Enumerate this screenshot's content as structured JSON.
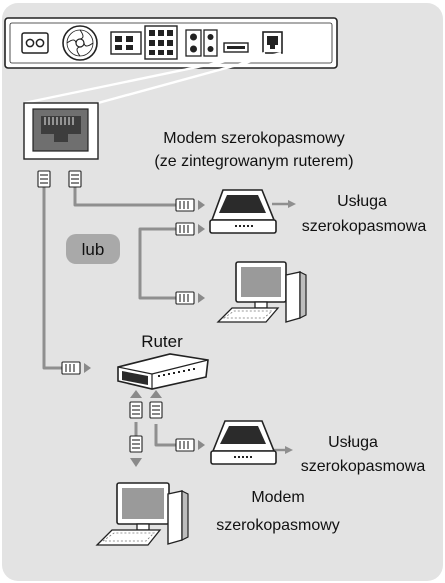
{
  "colors": {
    "panel_background": "#e3e3e3",
    "cable": "#8f8f8f",
    "arrow": "#8a8a8a",
    "lub_badge": "#a9a9a9",
    "device_outline": "#222222"
  },
  "icons": [
    "device-back-panel",
    "lan-port",
    "rj45-plug",
    "modem-router",
    "router",
    "modem",
    "desktop-computer",
    "arrow-right",
    "arrow-down"
  ],
  "labels": {
    "modem_router_line1": "Modem szerokopasmowy",
    "modem_router_line2": "(ze zintegrowanym ruterem)",
    "service1_line1": "Usługa",
    "service1_line2": "szerokopasmowa",
    "lub": "lub",
    "router": "Ruter",
    "service2_line1": "Usługa",
    "service2_line2": "szerokopasmowa",
    "modem_line1": "Modem",
    "modem_line2": "szerokopasmowy"
  }
}
